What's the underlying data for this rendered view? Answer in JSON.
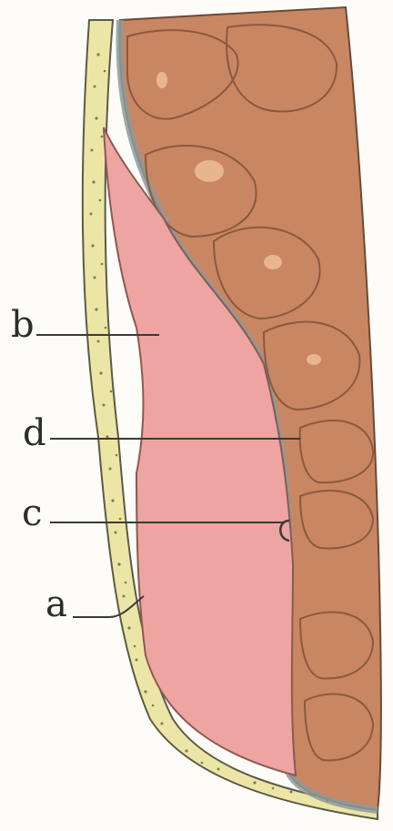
{
  "labels": {
    "a": "a",
    "b": "b",
    "c": "c",
    "d": "d"
  },
  "colors": {
    "background": "#fdfcf9",
    "tissue": "#c98662",
    "tissue_dark": "#a86848",
    "pink_cavity": "#eea4a0",
    "yellow_layer": "#ece6a6",
    "stipple": "#7f7a52",
    "grey_membrane": "#8d9a9c",
    "outline": "#5b5b45",
    "leader": "#3a3a3a"
  }
}
